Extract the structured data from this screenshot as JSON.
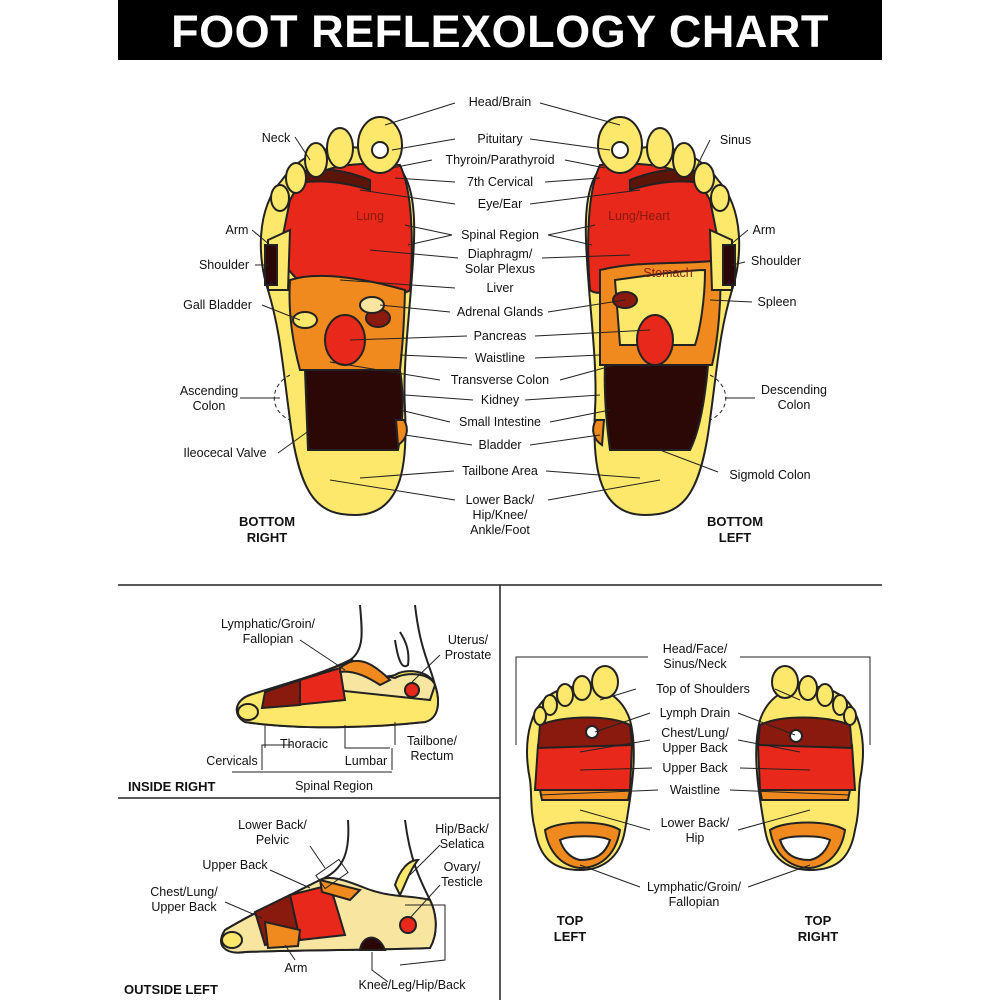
{
  "title": "FOOT REFLEXOLOGY CHART",
  "top_panel": {
    "center_labels": [
      "Head/Brain",
      "Pituitary",
      "Thyroin/Parathyroid",
      "7th Cervical",
      "Eye/Ear",
      "Spinal Region",
      "Diaphragm/\nSolar Plexus",
      "Liver",
      "Adrenal Glands",
      "Pancreas",
      "Waistline",
      "Transverse Colon",
      "Kidney",
      "Small Intestine",
      "Bladder",
      "Tailbone Area",
      "Lower Back/\nHip/Knee/\nAnkle/Foot"
    ],
    "left_labels": [
      "Neck",
      "Arm",
      "Shoulder",
      "Gall Bladder",
      "Ascending\nColon",
      "Ileocecal Valve"
    ],
    "right_labels": [
      "Sinus",
      "Arm",
      "Shoulder",
      "Spleen",
      "Descending\nColon",
      "Sigmold Colon"
    ],
    "in_foot_labels": [
      "Lung",
      "Lung/Heart",
      "Stomach"
    ],
    "footer_left": "BOTTOM\nRIGHT",
    "footer_right": "BOTTOM\nLEFT"
  },
  "inside_panel": {
    "title": "INSIDE RIGHT",
    "labels": [
      "Lymphatic/Groin/\nFallopian",
      "Uterus/\nProstate",
      "Cervicals",
      "Thoracic",
      "Lumbar",
      "Tailbone/\nRectum",
      "Spinal Region"
    ]
  },
  "outside_panel": {
    "title": "OUTSIDE LEFT",
    "labels": [
      "Lower Back/\nPelvic",
      "Hip/Back/\nSelatica",
      "Upper Back",
      "Ovary/\nTesticle",
      "Chest/Lung/\nUpper Back",
      "Arm",
      "Knee/Leg/Hip/Back"
    ]
  },
  "top_feet_panel": {
    "labels": [
      "Head/Face/\nSinus/Neck",
      "Top of Shoulders",
      "Lymph Drain",
      "Chest/Lung/\nUpper Back",
      "Upper Back",
      "Waistline",
      "Lower Back/\nHip",
      "Lymphatic/Groin/\nFallopian"
    ],
    "footer_left": "TOP\nLEFT",
    "footer_right": "TOP\nRIGHT"
  },
  "colors": {
    "yellow": "#fde86b",
    "light": "#f8e6a0",
    "orange": "#f08a1e",
    "red": "#e8281a",
    "darkred": "#8a1a0e",
    "brown": "#5a1408",
    "dark": "#2b0806"
  }
}
